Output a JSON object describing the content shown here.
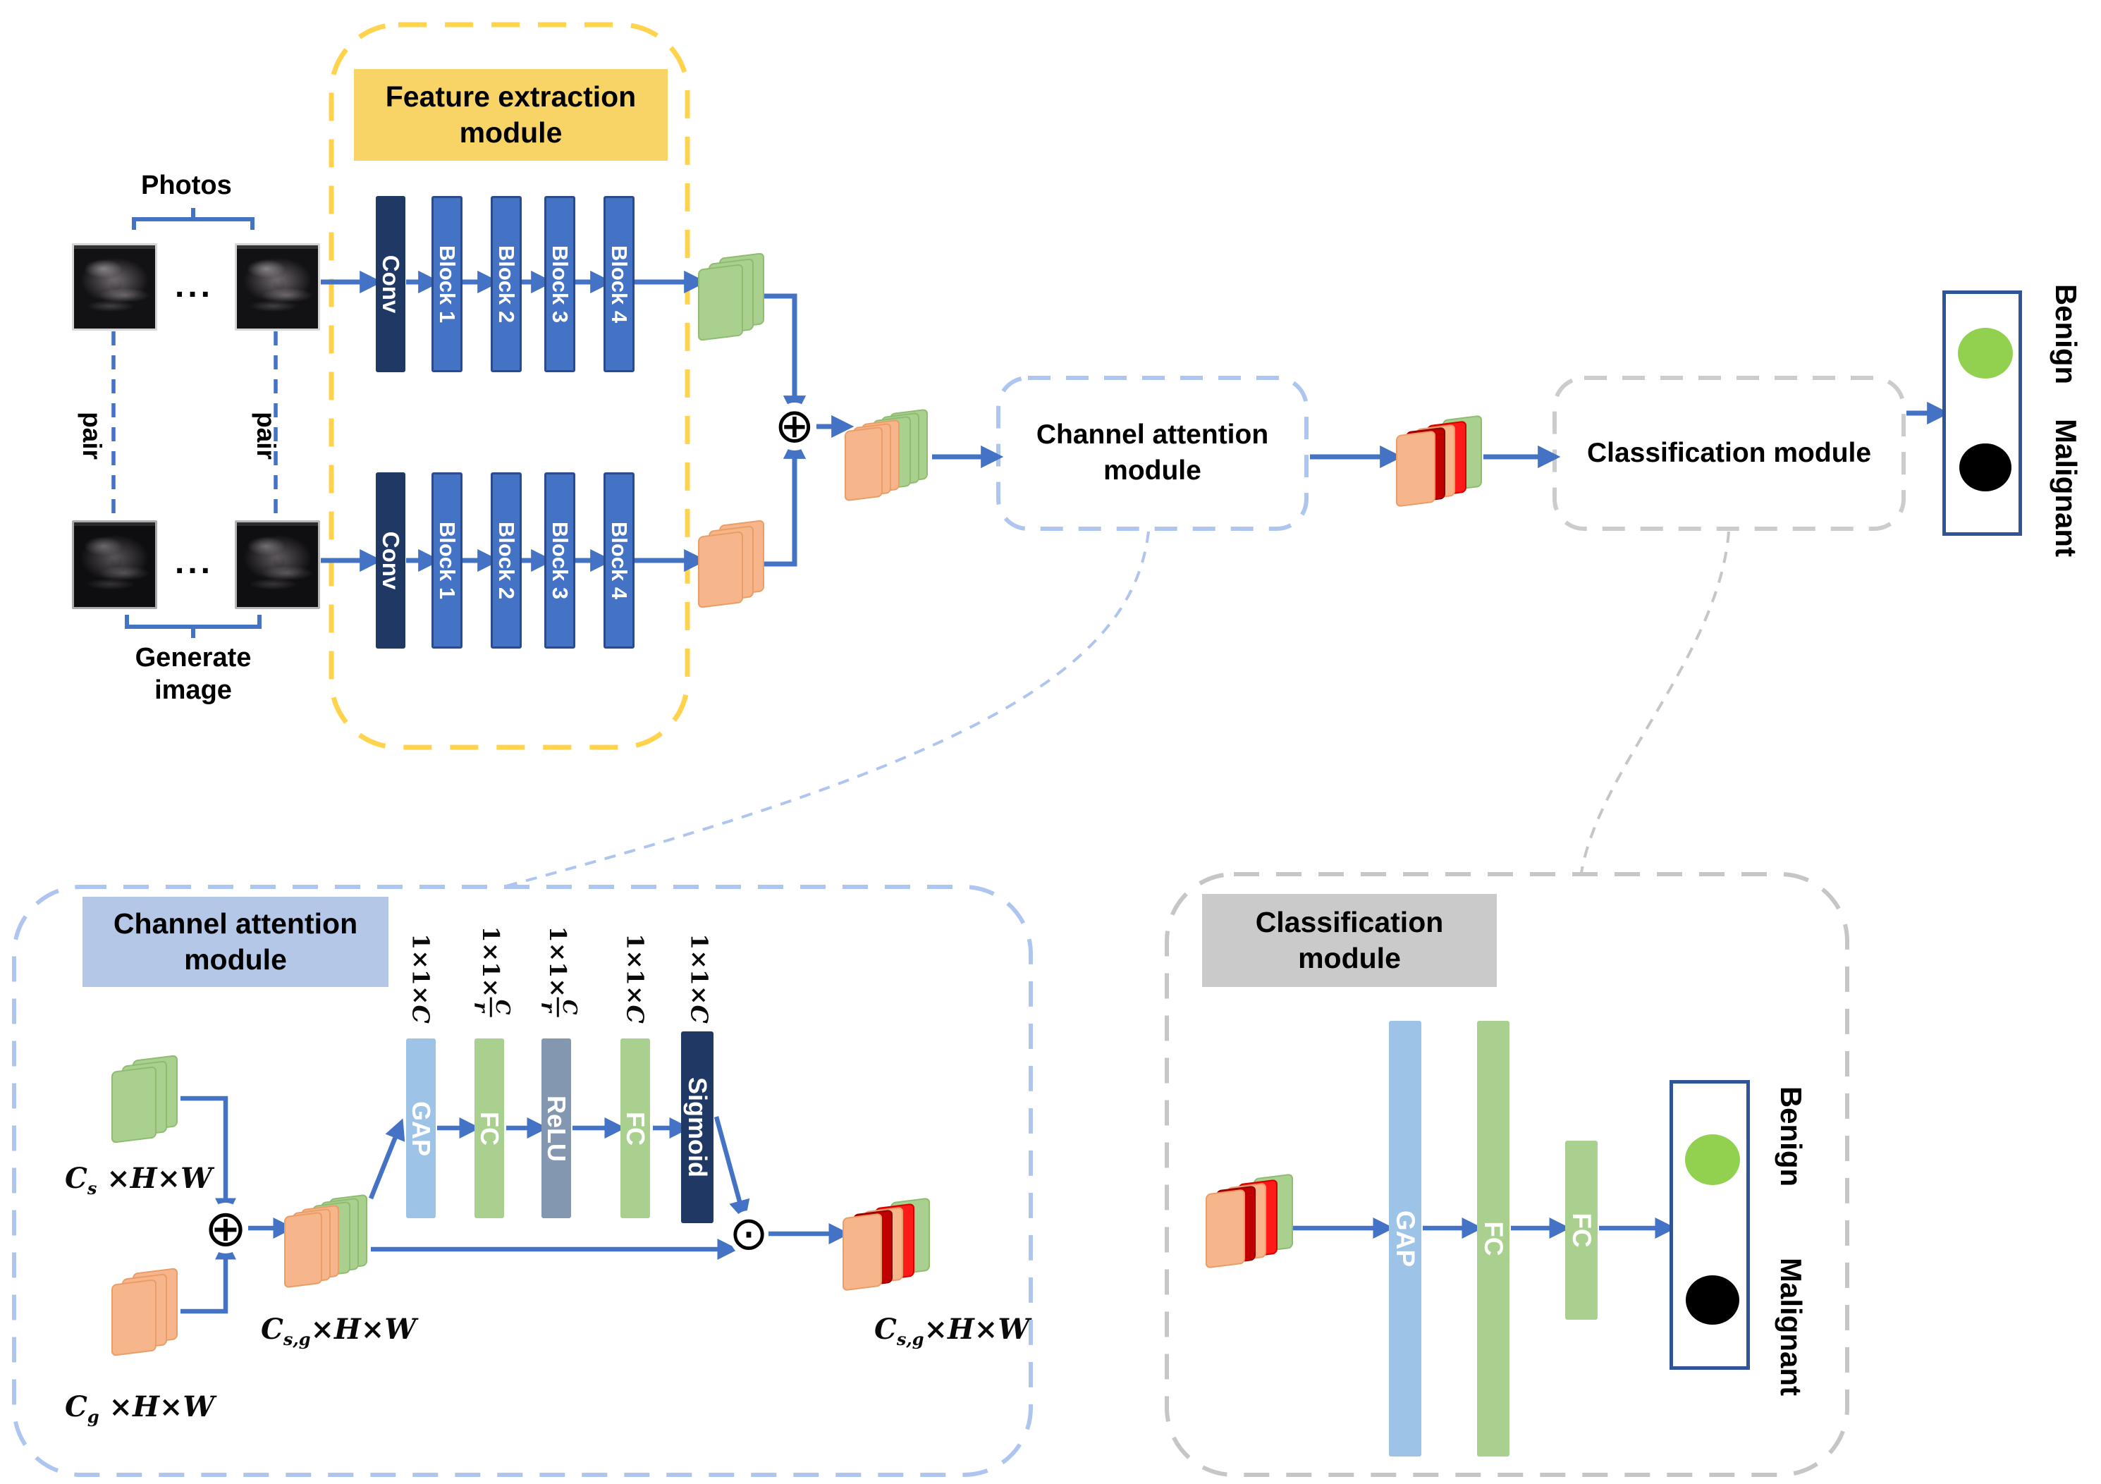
{
  "colors": {
    "arrow": "#4472C4",
    "module_border_yellow": "#FFD34D",
    "module_title_bg": "#F8D466",
    "conv_fill": "#1F3864",
    "block_fill": "#4472C4",
    "block_border": "#2B4C8C",
    "green_map": "#A9D08E",
    "orange_map": "#F6B58A",
    "red_map": "#FF1A1A",
    "dark_red_map": "#C00000",
    "gap_fill": "#9DC3E6",
    "fc_fill": "#A9D08E",
    "relu_fill": "#8497B0",
    "sigmoid_fill": "#1F3864",
    "cam_panel_border": "#AEC6EF",
    "cam_title_bg": "#B4C7E7",
    "cls_panel_border": "#C6C6C6",
    "cls_title_bg": "#CACACA",
    "benign_dot": "#92D050",
    "malignant_dot": "#000000",
    "result_box_border": "#2F5597"
  },
  "input": {
    "photos_label": "Photos",
    "generate_line1": "Generate",
    "generate_line2": "image",
    "pair_left": "pair",
    "pair_right": "pair",
    "ellipsis_top": "...",
    "ellipsis_bottom": "..."
  },
  "feature_module": {
    "title": "Feature extraction module",
    "rows": [
      {
        "conv": "Conv",
        "blocks": [
          "Block 1",
          "Block 2",
          "Block 3",
          "Block 4"
        ]
      },
      {
        "conv": "Conv",
        "blocks": [
          "Block 1",
          "Block 2",
          "Block 3",
          "Block 4"
        ]
      }
    ]
  },
  "pipeline": {
    "sum_symbol": "⊕",
    "channel_attention_label": "Channel attention module",
    "classification_label": "Classification module"
  },
  "result": {
    "benign": "Benign",
    "malignant": "Malignant"
  },
  "cam_detail": {
    "title": "Channel attention module",
    "sum_symbol": "⊕",
    "mul_symbol": "⊙",
    "input_s": {
      "base": "C",
      "sub": "s",
      "rest": " ×H×W"
    },
    "input_g": {
      "base": "C",
      "sub": "g",
      "rest": " ×H×W"
    },
    "merged": {
      "base": "C",
      "sub": "s,g",
      "rest": "×H×W"
    },
    "output": {
      "base": "C",
      "sub": "s,g",
      "rest": "×H×W"
    },
    "layers": [
      {
        "name": "GAP"
      },
      {
        "name": "FC"
      },
      {
        "name": "ReLU"
      },
      {
        "name": "FC"
      },
      {
        "name": "Sigmoid"
      }
    ],
    "dims": [
      {
        "pre": "1×1×",
        "var": "C"
      },
      {
        "pre": "1×1×",
        "num": "C",
        "den": "r"
      },
      {
        "pre": "1×1×",
        "num": "C",
        "den": "r"
      },
      {
        "pre": "1×1×",
        "var": "C"
      },
      {
        "pre": "1×1×",
        "var": "C"
      }
    ]
  },
  "cls_detail": {
    "title": "Classification module",
    "layers": [
      {
        "name": "GAP"
      },
      {
        "name": "FC"
      },
      {
        "name": "FC"
      }
    ],
    "benign": "Benign",
    "malignant": "Malignant"
  }
}
